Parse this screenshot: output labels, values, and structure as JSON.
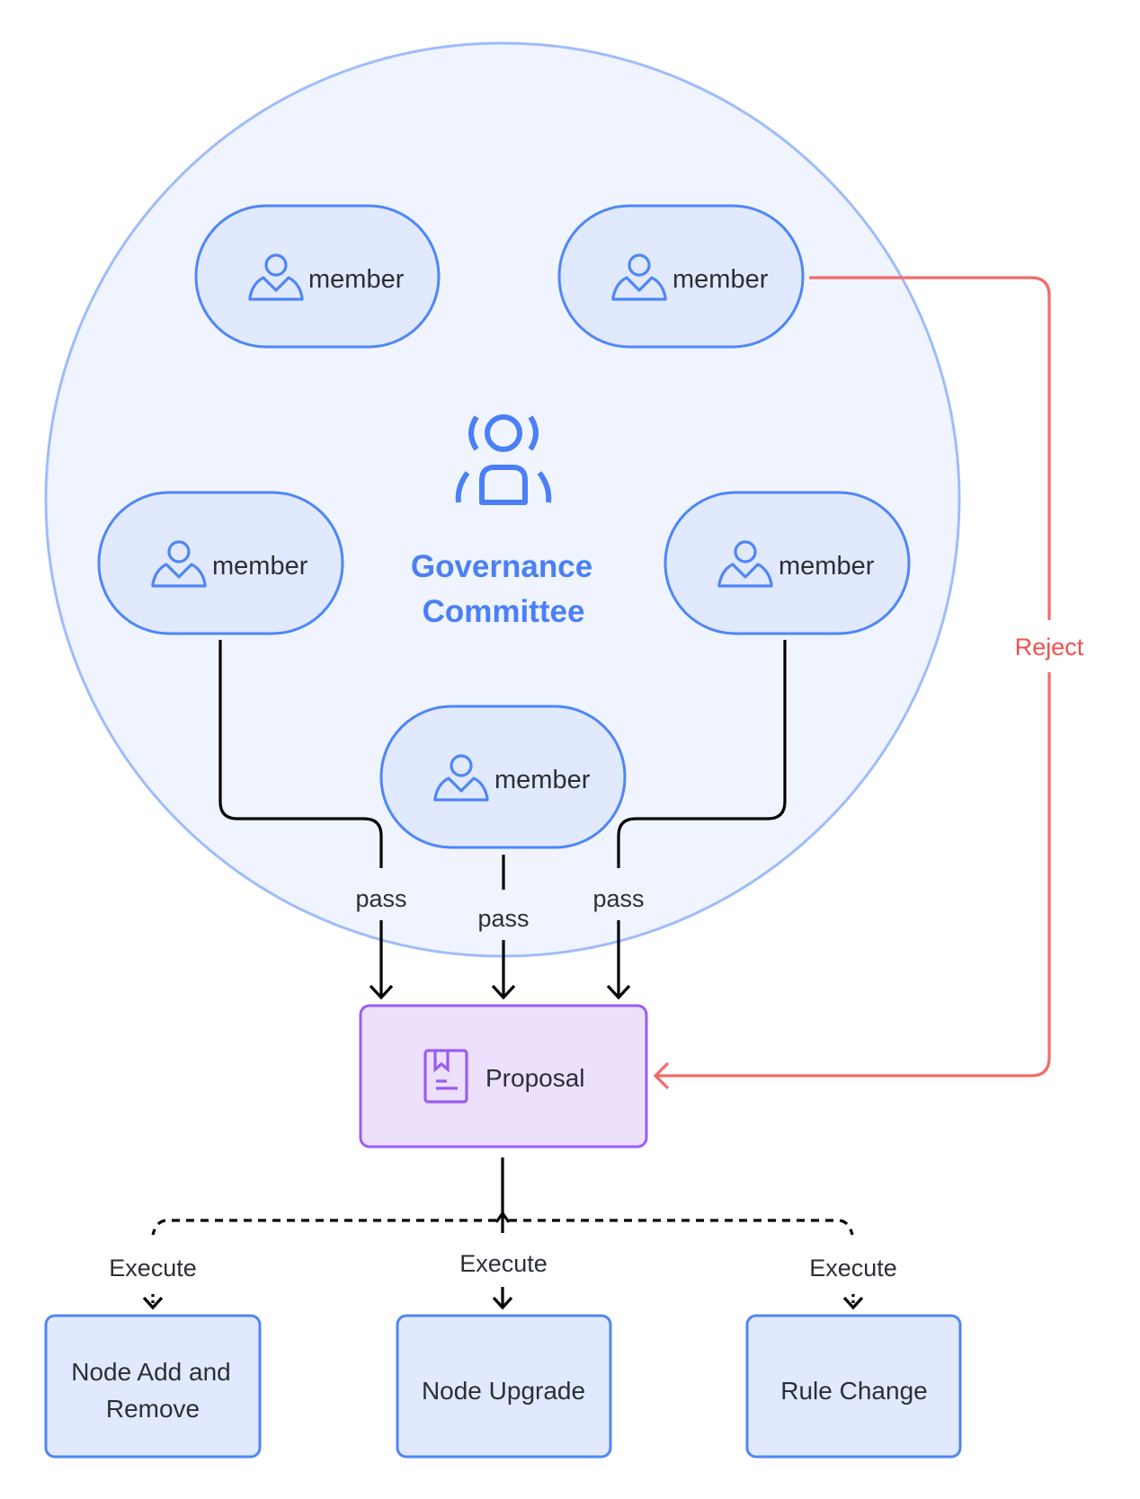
{
  "diagram": {
    "committee": {
      "title_line1": "Governance",
      "title_line2": "Committee",
      "icon": "committee-broadcast-user-icon"
    },
    "members": [
      {
        "label": "member",
        "icon": "user-icon",
        "position": "top-left"
      },
      {
        "label": "member",
        "icon": "user-icon",
        "position": "top-right"
      },
      {
        "label": "member",
        "icon": "user-icon",
        "position": "middle-left"
      },
      {
        "label": "member",
        "icon": "user-icon",
        "position": "middle-right"
      },
      {
        "label": "member",
        "icon": "user-icon",
        "position": "bottom-center"
      }
    ],
    "pass_edges": [
      {
        "from": "middle-left",
        "to": "proposal",
        "label": "pass"
      },
      {
        "from": "bottom-center",
        "to": "proposal",
        "label": "pass"
      },
      {
        "from": "middle-right",
        "to": "proposal",
        "label": "pass"
      }
    ],
    "reject_edge": {
      "from": "top-right",
      "to": "proposal",
      "label": "Reject"
    },
    "proposal": {
      "label": "Proposal",
      "icon": "document-bookmark-icon"
    },
    "execute_edges": [
      {
        "to": "node-add-remove",
        "label": "Execute"
      },
      {
        "to": "node-upgrade",
        "label": "Execute"
      },
      {
        "to": "rule-change",
        "label": "Execute"
      }
    ],
    "outcomes": [
      {
        "id": "node-add-remove",
        "label_line1": "Node Add and",
        "label_line2": "Remove"
      },
      {
        "id": "node-upgrade",
        "label": "Node Upgrade"
      },
      {
        "id": "rule-change",
        "label": "Rule Change"
      }
    ]
  },
  "colors": {
    "circle_fill": "#eff4ff",
    "circle_stroke": "#9fbcfb",
    "member_fill": "#e0e9fd",
    "member_stroke": "#4f86f7",
    "accent_blue": "#4a7ff5",
    "proposal_fill": "#ece0fd",
    "proposal_stroke": "#9a5cf2",
    "reject_red": "#f26b6b",
    "edge_black": "#000000",
    "text_dark": "#2b2f36"
  }
}
